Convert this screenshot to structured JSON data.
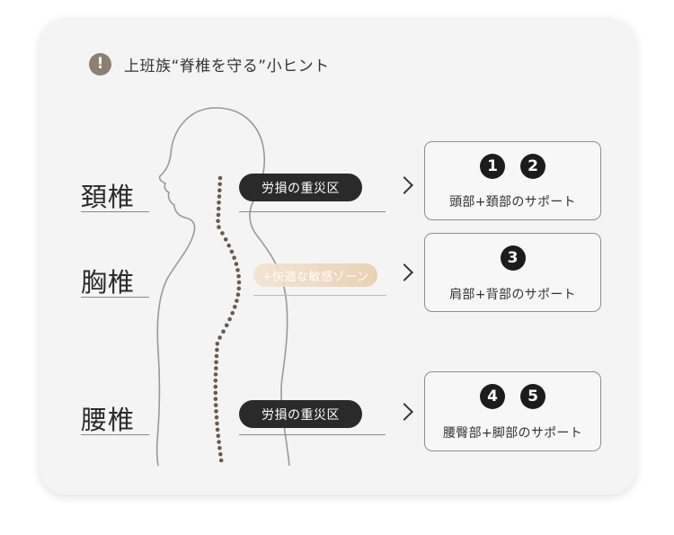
{
  "header": {
    "icon": "exclamation-icon",
    "icon_glyph": "!",
    "title": "上班族“脊椎を守る”小ヒント"
  },
  "regions": [
    {
      "label": "頚椎",
      "tag": "労損の重災区",
      "numbers": [
        "1",
        "2"
      ],
      "support": "頭部+頚部のサポート"
    },
    {
      "label": "胸椎",
      "tag": "+快適な敏感ゾーン",
      "numbers": [
        "3"
      ],
      "support": "肩部+背部のサポート"
    },
    {
      "label": "腰椎",
      "tag": "労損の重災区",
      "numbers": [
        "4",
        "5"
      ],
      "support": "腰臀部+脚部のサポート"
    }
  ],
  "colors": {
    "card": "#f4f4f4",
    "pill": "#2a2a2a",
    "accent": "#8d7f71",
    "spine": "#6b5a49"
  }
}
